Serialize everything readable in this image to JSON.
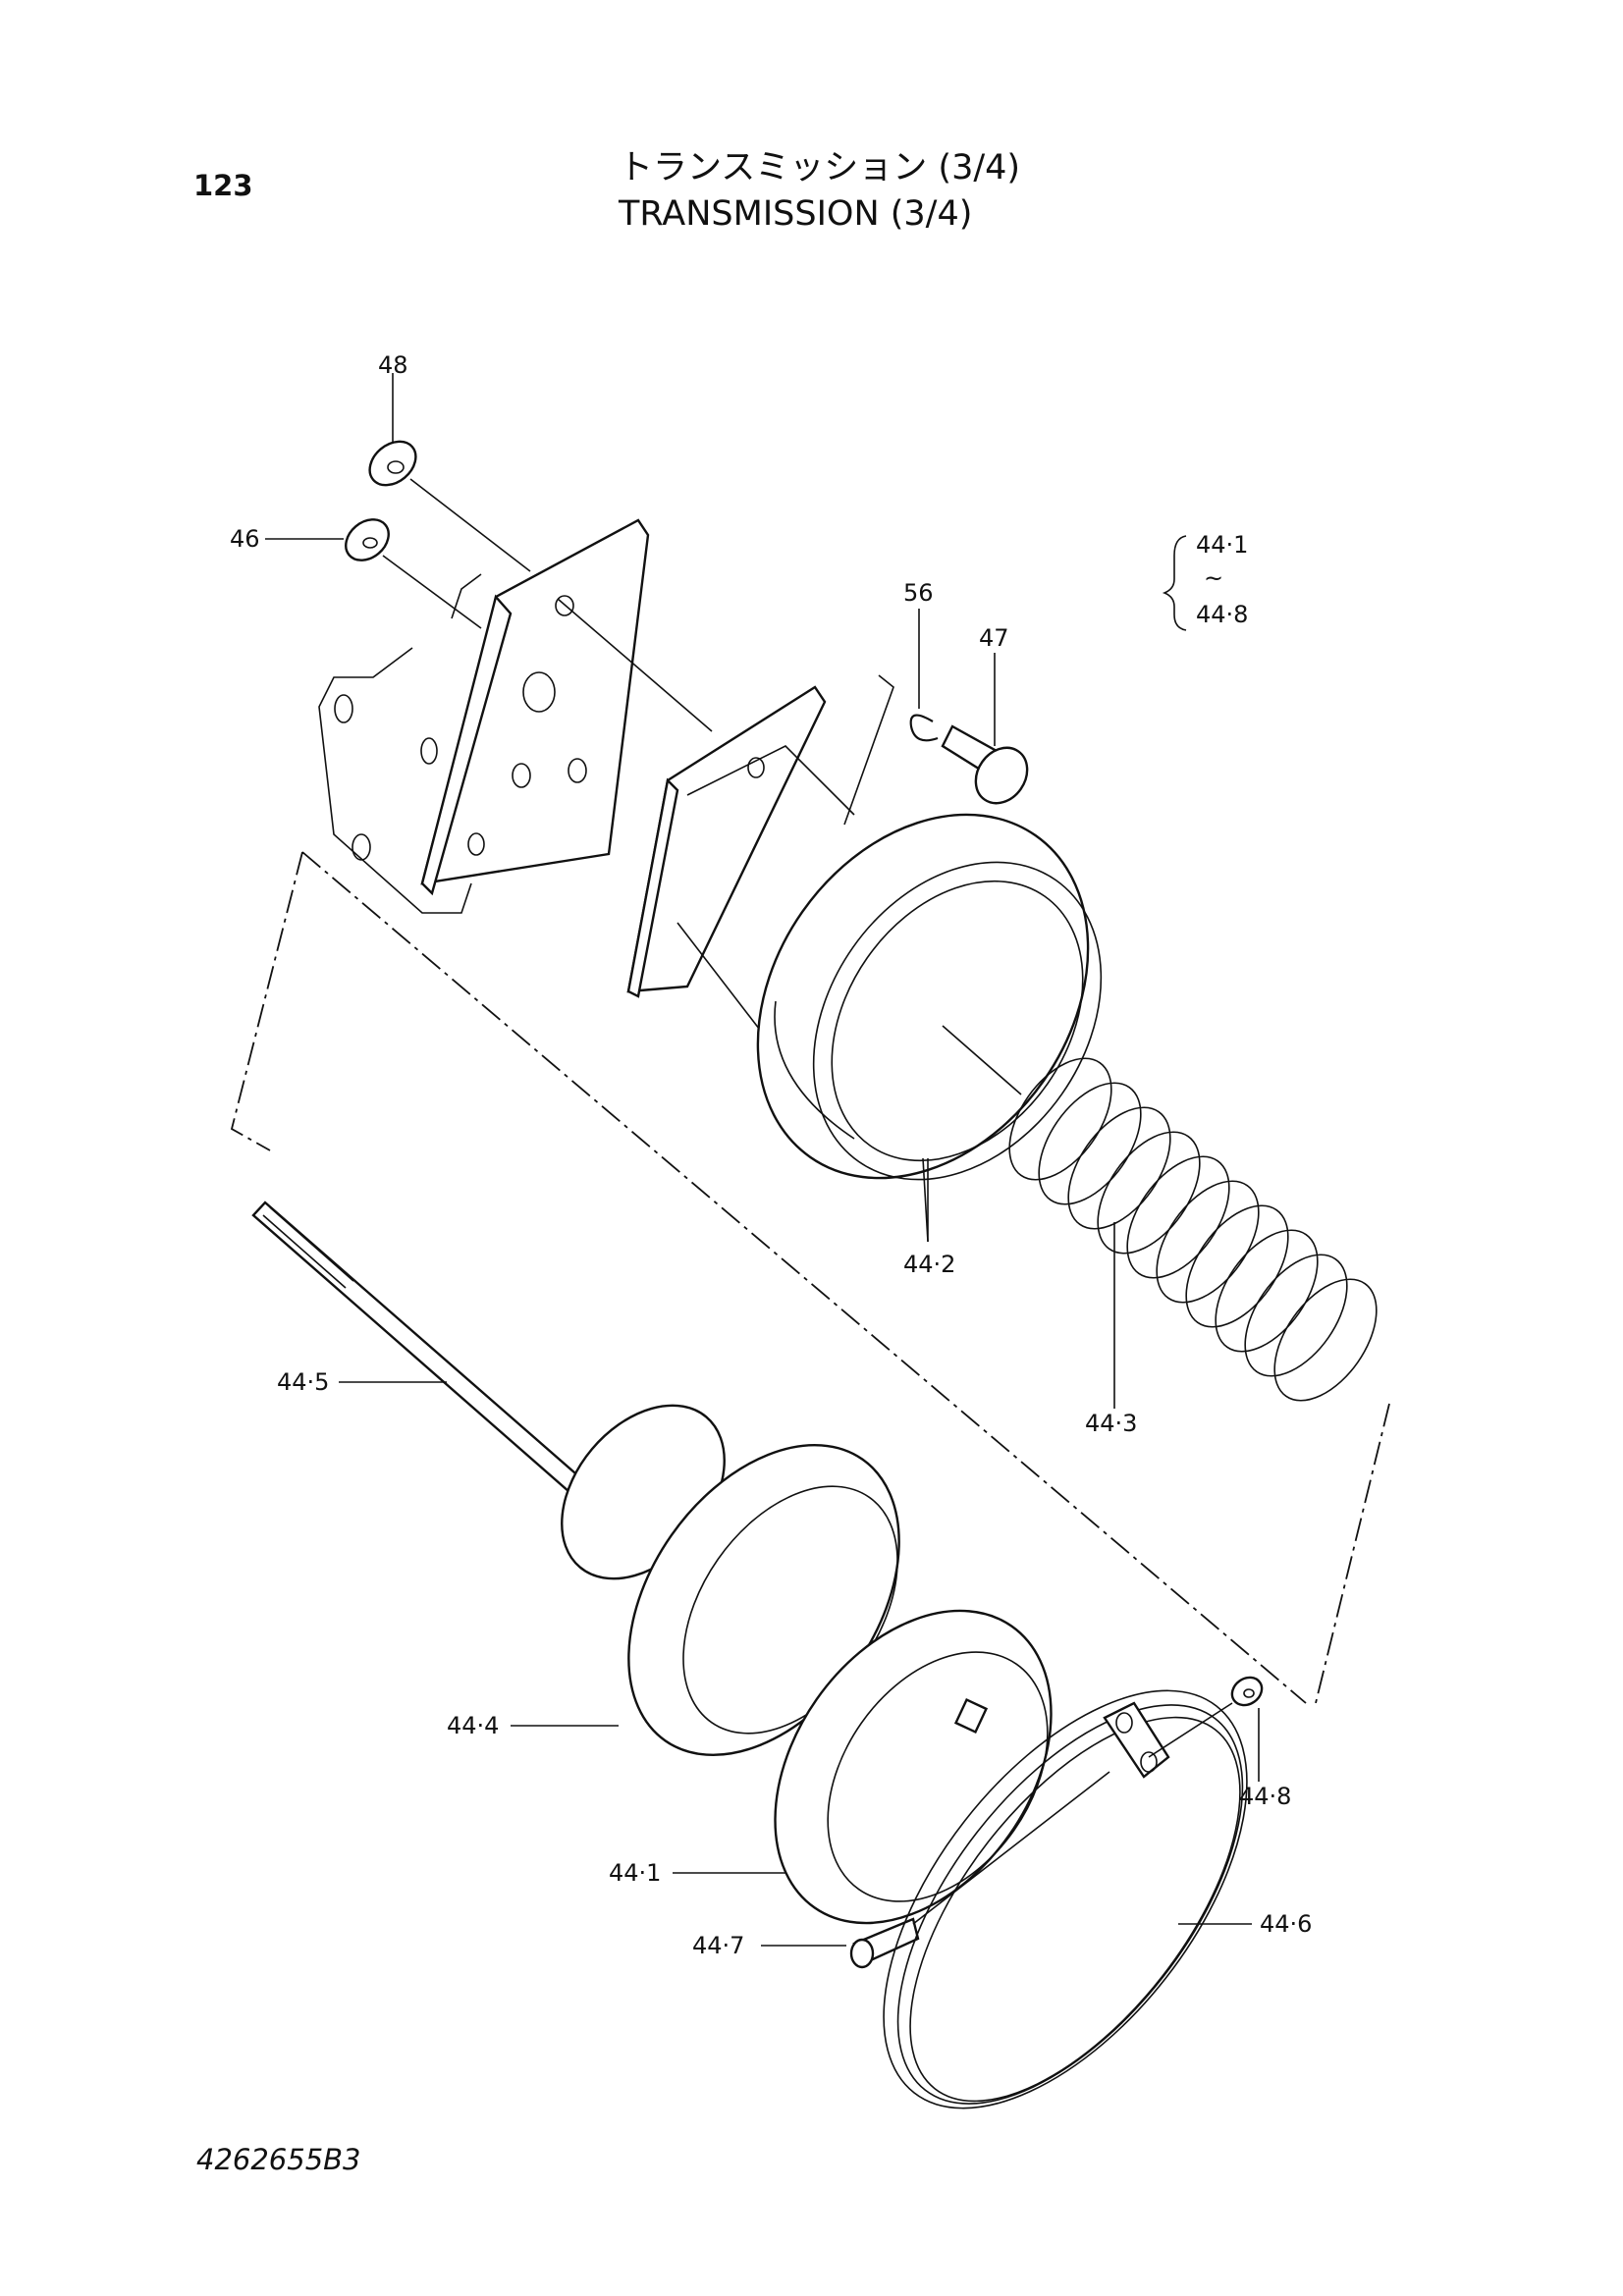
{
  "page_number": "123",
  "title_ja": "トランスミッション (3/4)",
  "title_en": "TRANSMISSION (3/4)",
  "drawing_code": "4262655B3",
  "range_note": {
    "from": "44·1",
    "tilde": "~",
    "to": "44·8"
  },
  "callouts": {
    "p48": "48",
    "p46": "46",
    "p56": "56",
    "p47": "47",
    "p44_2": "44·2",
    "p44_3": "44·3",
    "p44_5": "44·5",
    "p44_4": "44·4",
    "p44_1": "44·1",
    "p44_7": "44·7",
    "p44_8": "44·8",
    "p44_6": "44·6"
  }
}
